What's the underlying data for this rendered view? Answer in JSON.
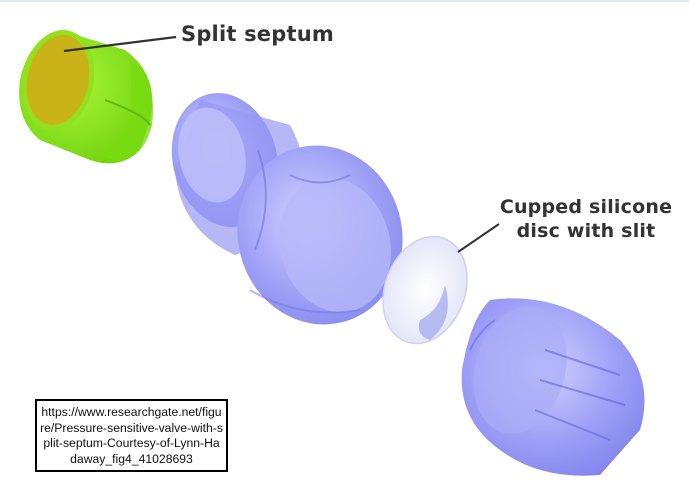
{
  "figure": {
    "labels": {
      "split_septum": "Split septum",
      "disc_line1": "Cupped silicone",
      "disc_line2": "disc with slit"
    },
    "parts": [
      {
        "name": "split-septum",
        "color": "#8ee81a",
        "inner_color": "#c8b418"
      },
      {
        "name": "valve-housing-upper",
        "color": "#7b7cf0"
      },
      {
        "name": "cupped-silicone-disc",
        "color": "#e6e8f8"
      },
      {
        "name": "valve-housing-lower",
        "color": "#7072ee"
      }
    ]
  },
  "credit": {
    "text": "https://www.researchgate.net/figure/Pressure-sensitive-valve-with-split-septum-Courtesy-of-Lynn-Hadaway_fig4_41028693"
  }
}
